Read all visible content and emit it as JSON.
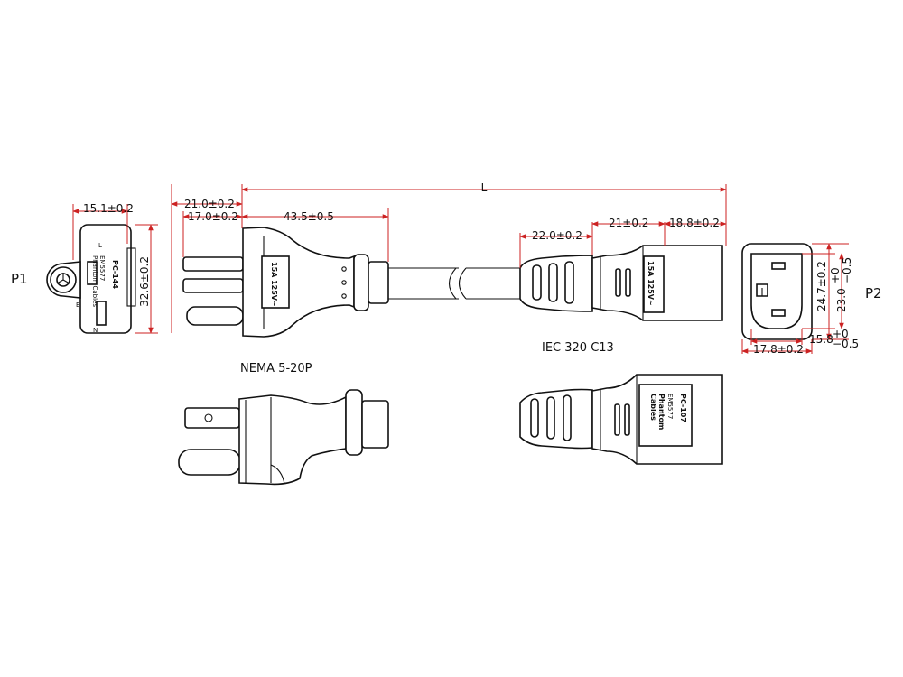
{
  "labels": {
    "p1": "P1",
    "p2": "P2",
    "length": "L",
    "plug_type": "NEMA 5-20P",
    "connector_type": "IEC 320 C13"
  },
  "dimensions": {
    "p1_width": "15.1±0.2",
    "p1_height": "32.6±0.2",
    "plug_21": "21.0±0.2",
    "plug_17": "17.0±0.2",
    "plug_body": "43.5±0.5",
    "conn_strain": "22.0±0.2",
    "conn_mid": "21±0.2",
    "conn_body": "18.8±0.2",
    "p2_h1": "24.7±0.2",
    "p2_h2_main": "23.0",
    "p2_h2_tol_upper": "+0",
    "p2_h2_tol_lower": "−0.5",
    "p2_w_bottom_main": "15.8",
    "p2_w_bottom_tol_upper": "+0",
    "p2_w_bottom_tol_lower": "−0.5",
    "p2_w_total": "17.8±0.2"
  },
  "markings": {
    "p1_model": "PC-144",
    "p1_cert": "EM5577",
    "p1_brand": "Phantom Cables",
    "p1_l": "L",
    "p1_n": "N",
    "p1_e": "E",
    "plug_rating": "15A 125V~",
    "conn_rating": "15A 125V~",
    "conn_model": "PC-107",
    "conn_cert": "EM5577",
    "conn_brand1": "Phantom",
    "conn_brand2": "Cables"
  }
}
